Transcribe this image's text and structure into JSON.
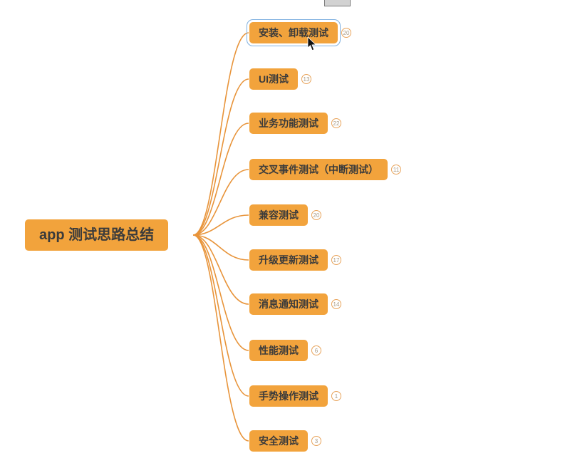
{
  "page": {
    "background": "#ffffff"
  },
  "colors": {
    "node_fill": "#f2a33c",
    "connector": "#e8943a",
    "selection_border": "#7fb0e0",
    "node_text": "#3b3b3b",
    "badge_border": "#e8a35a",
    "badge_text": "#a89a85"
  },
  "mindmap": {
    "root": {
      "label": "app 测试思路总结"
    },
    "children": [
      {
        "label": "安装、卸载测试",
        "badge": "20",
        "selected": true
      },
      {
        "label": "UI测试",
        "badge": "13",
        "selected": false
      },
      {
        "label": "业务功能测试",
        "badge": "22",
        "selected": false
      },
      {
        "label": "交叉事件测试（中断测试）",
        "badge": "11",
        "selected": false
      },
      {
        "label": "兼容测试",
        "badge": "20",
        "selected": false
      },
      {
        "label": "升级更新测试",
        "badge": "17",
        "selected": false
      },
      {
        "label": "消息通知测试",
        "badge": "14",
        "selected": false
      },
      {
        "label": "性能测试",
        "badge": "6",
        "selected": false
      },
      {
        "label": "手势操作测试",
        "badge": "1",
        "selected": false
      },
      {
        "label": "安全测试",
        "badge": "3",
        "selected": false
      }
    ]
  }
}
